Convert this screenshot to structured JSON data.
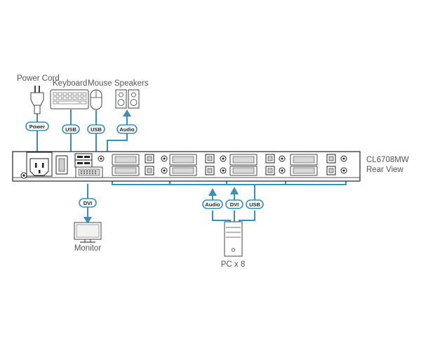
{
  "devices": {
    "power_cord": "Power Cord",
    "keyboard": "Keyboard",
    "mouse": "Mouse",
    "speakers": "Speakers",
    "monitor": "Monitor",
    "pc": "PC x 8"
  },
  "unit": {
    "model": "CL6708MW",
    "view": "Rear View"
  },
  "connections": {
    "power": "Power",
    "keyboard_usb": "USB",
    "mouse_usb": "USB",
    "speakers_audio": "Audio",
    "monitor_dvi": "DVI",
    "pc_audio": "Audio",
    "pc_dvi": "DVI",
    "pc_usb": "USB"
  },
  "colors": {
    "wire": "#3a8fb7",
    "outline": "#444444",
    "label": "#555555"
  }
}
